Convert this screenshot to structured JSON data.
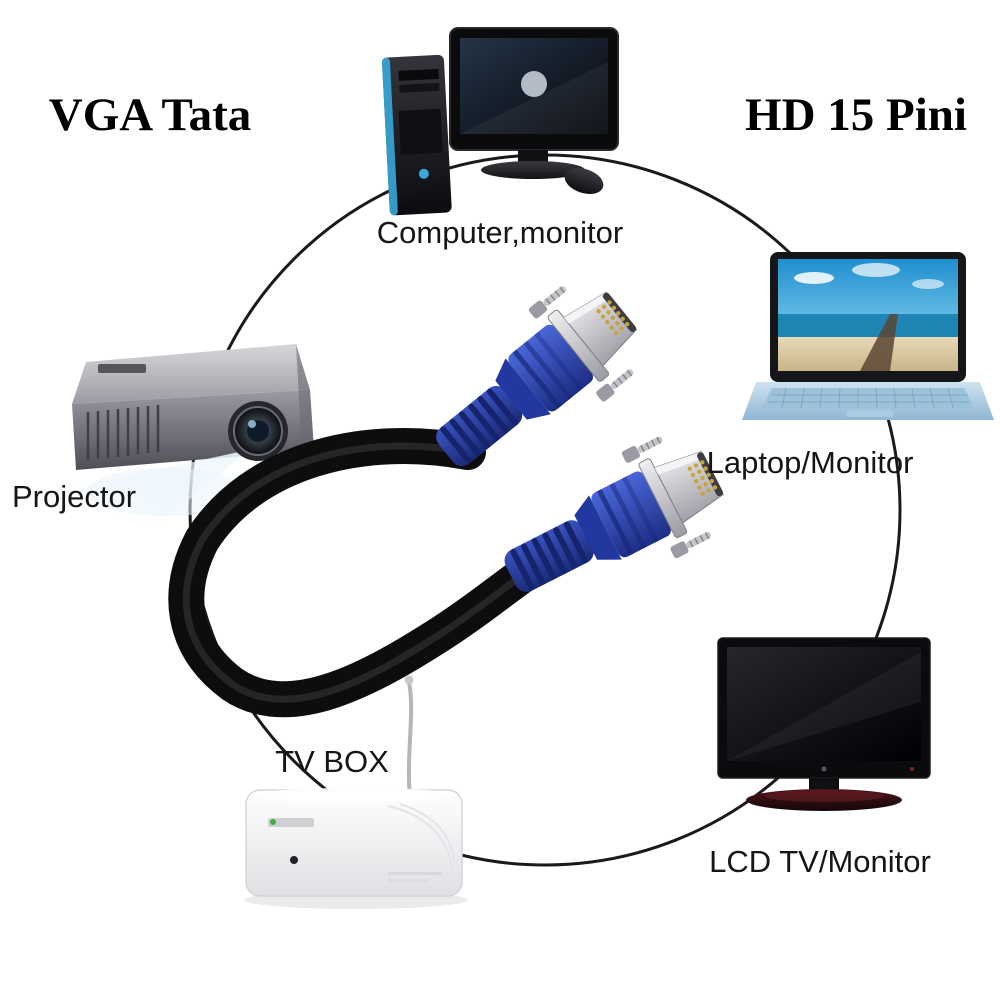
{
  "titles": {
    "left": "VGA Tata",
    "right": "HD 15 Pini"
  },
  "labels": {
    "computer": "Computer,monitor",
    "laptop": "Laptop/Monitor",
    "projector": "Projector",
    "tv_box": "TV BOX",
    "lcd_tv": "LCD TV/Monitor"
  },
  "colors": {
    "background": "#ffffff",
    "text": "#161616",
    "title_text": "#000000",
    "connection_circle": "#1a1a1a",
    "connector_blue": "#2e46b0",
    "cable_black": "#0d0d0d",
    "metal_silver": "#c8c8cd",
    "pin_gold": "#c9a43a"
  }
}
